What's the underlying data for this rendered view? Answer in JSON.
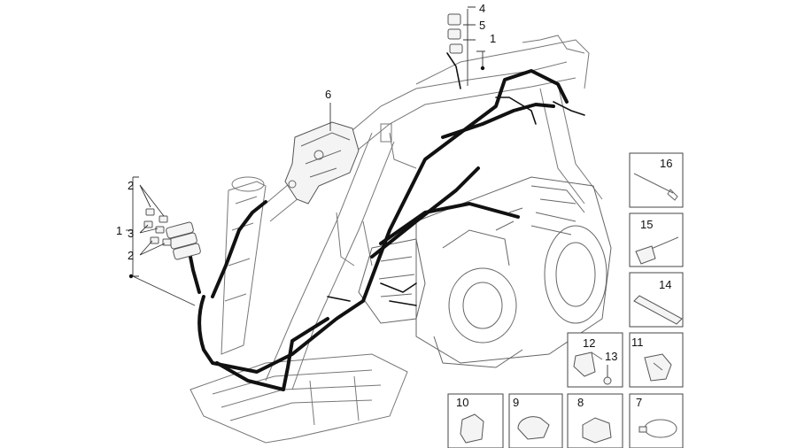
{
  "callouts": {
    "c1_top": "1",
    "c1_left": "1",
    "c2_upper": "2",
    "c2_lower": "2",
    "c3": "3",
    "c4": "4",
    "c5": "5",
    "c6": "6"
  },
  "boxes": {
    "b16": "16",
    "b15": "15",
    "b14": "14",
    "b12": "12",
    "b13": "13",
    "b11": "11",
    "b10": "10",
    "b9": "9",
    "b8": "8",
    "b7": "7"
  }
}
